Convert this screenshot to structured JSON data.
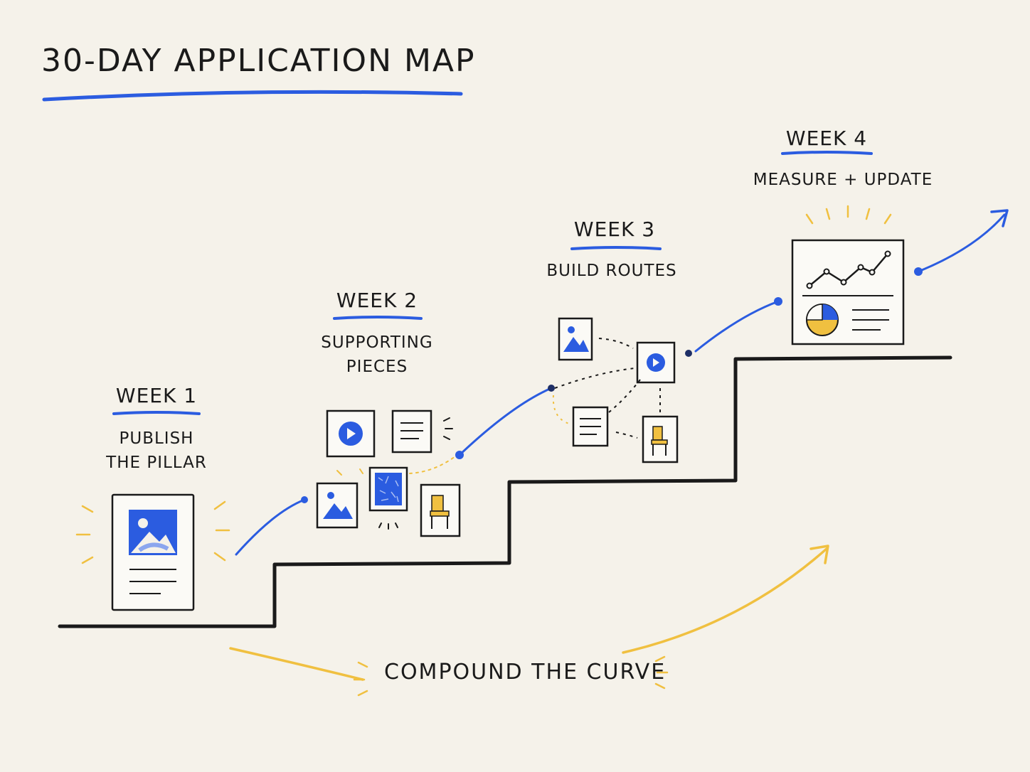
{
  "title": "30-DAY APPLICATION MAP",
  "weeks": [
    {
      "label": "WEEK 1",
      "subtitle_line1": "PUBLISH",
      "subtitle_line2": "THE PILLAR"
    },
    {
      "label": "WEEK 2",
      "subtitle_line1": "SUPPORTING",
      "subtitle_line2": "PIECES"
    },
    {
      "label": "WEEK 3",
      "subtitle_line1": "BUILD ROUTES"
    },
    {
      "label": "WEEK 4",
      "subtitle_line1": "MEASURE + UPDATE"
    }
  ],
  "bottom_label": "COMPOUND THE CURVE",
  "colors": {
    "background": "#f5f2ea",
    "accent_blue": "#2b5ce0",
    "accent_yellow": "#f0c040",
    "ink": "#1a1a1a"
  }
}
